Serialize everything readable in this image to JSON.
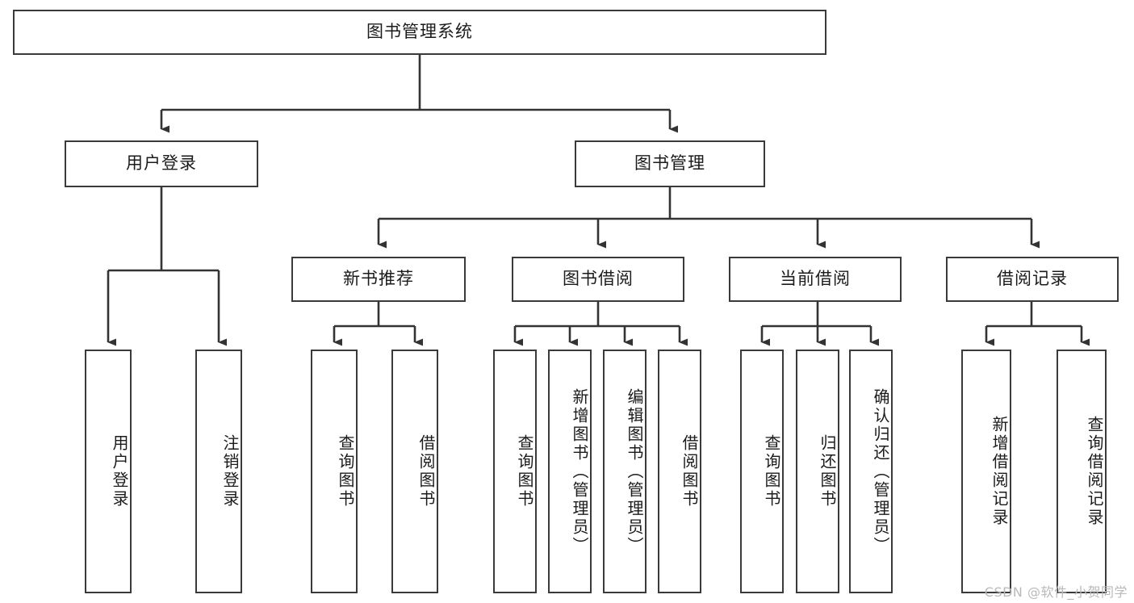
{
  "diagram": {
    "kind": "tree-hierarchy-chart",
    "root": {
      "label": "图书管理系统"
    },
    "level2": [
      {
        "label": "用户登录"
      },
      {
        "label": "图书管理"
      }
    ],
    "level3": [
      {
        "label": "新书推荐"
      },
      {
        "label": "图书借阅"
      },
      {
        "label": "当前借阅"
      },
      {
        "label": "借阅记录"
      }
    ],
    "leaves": {
      "user_login": [
        {
          "label": "用户登录"
        },
        {
          "label": "注销登录"
        }
      ],
      "new_book_recommend": [
        {
          "label": "查询图书"
        },
        {
          "label": "借阅图书"
        }
      ],
      "book_borrow": [
        {
          "label": "查询图书"
        },
        {
          "label": "新增图书（管理员）"
        },
        {
          "label": "编辑图书（管理员）"
        },
        {
          "label": "借阅图书"
        }
      ],
      "current_borrow": [
        {
          "label": "查询图书"
        },
        {
          "label": "归还图书"
        },
        {
          "label": "确认归还（管理员）"
        }
      ],
      "borrow_record": [
        {
          "label": "新增借阅记录"
        },
        {
          "label": "查询借阅记录"
        }
      ]
    }
  },
  "watermark": {
    "text": "CSDN @软件_小贺同学"
  },
  "colors": {
    "border": "#3a3a3a",
    "background": "#ffffff",
    "text": "#1b1b1b",
    "connector": "#333333",
    "watermark": "#b9b9b9"
  }
}
